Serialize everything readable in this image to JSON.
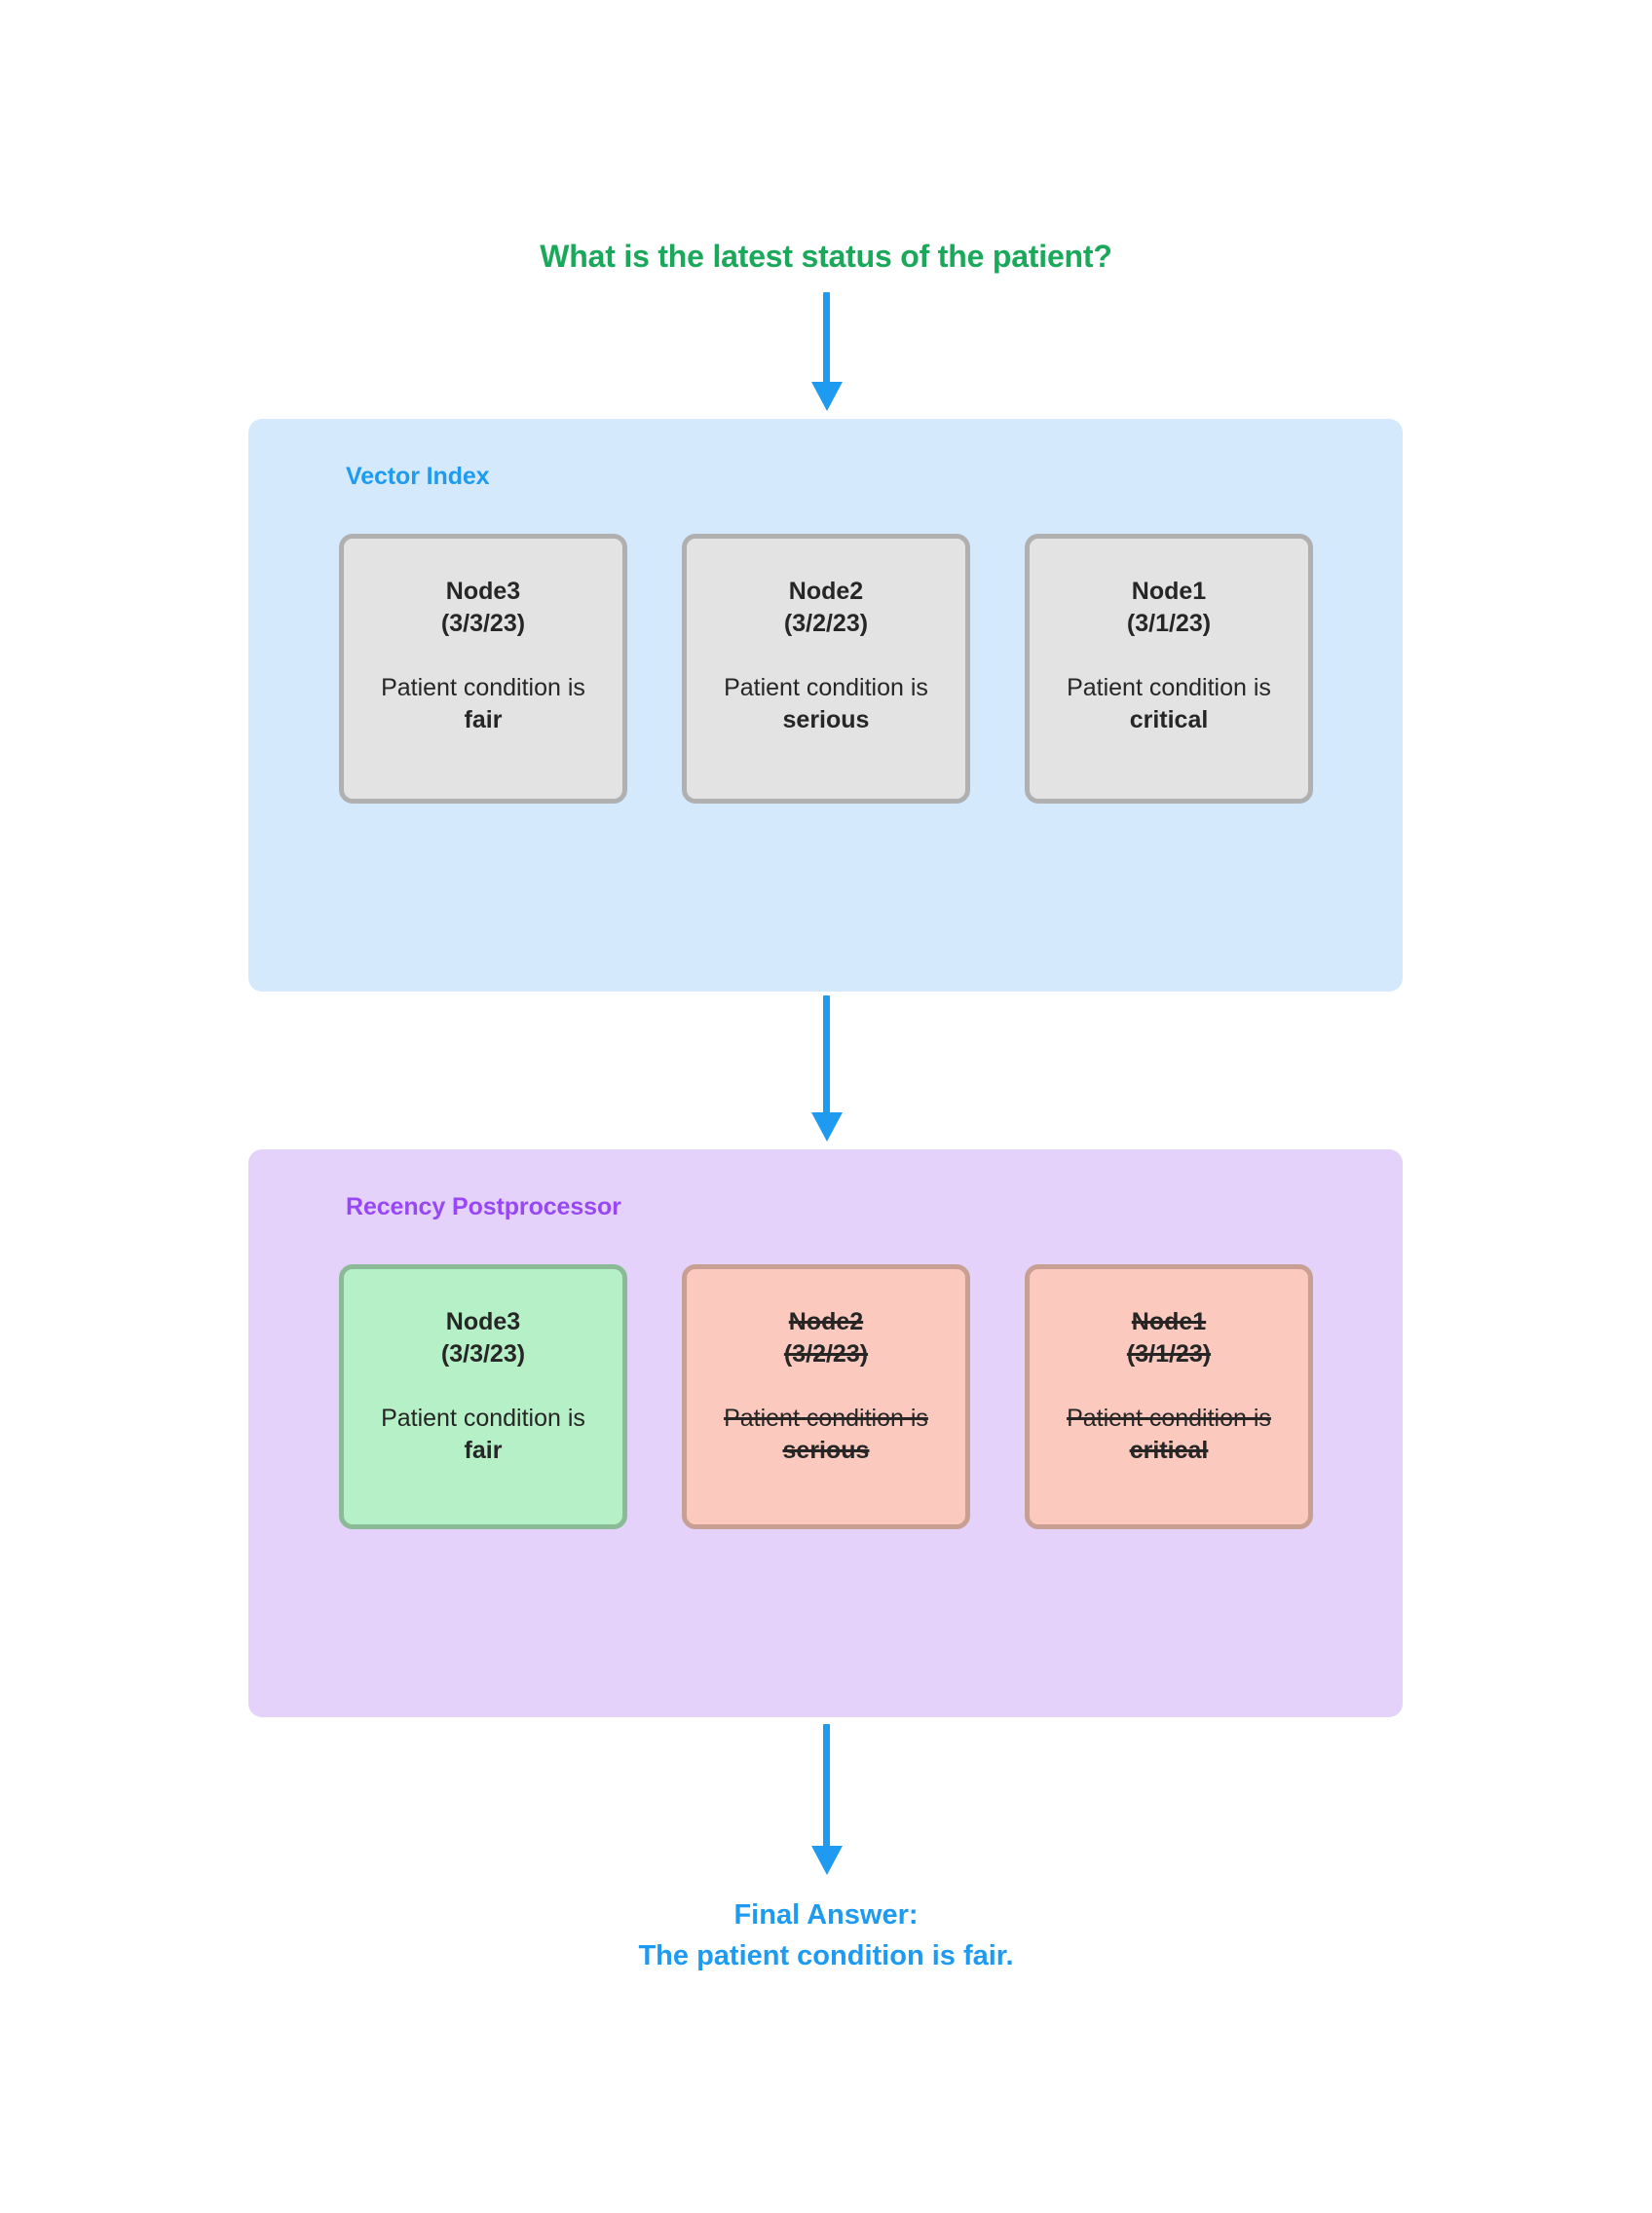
{
  "query": {
    "text": "What is the latest status of the patient?",
    "color": "#1aa85a"
  },
  "arrows": {
    "color": "#1e9bf0",
    "top": "arrow-down",
    "middle": "arrow-down",
    "bottom": "arrow-down"
  },
  "vector_index": {
    "label": "Vector Index",
    "label_color": "#1e9bf0",
    "panel_color": "#d4eafc",
    "cards": [
      {
        "name": "Node3",
        "date": "(3/3/23)",
        "body": "Patient condition is",
        "status": "fair",
        "struck": false,
        "fill": "#e3e3e3",
        "border": "#b0b0b0"
      },
      {
        "name": "Node2",
        "date": "(3/2/23)",
        "body": "Patient condition is",
        "status": "serious",
        "struck": false,
        "fill": "#e3e3e3",
        "border": "#b0b0b0"
      },
      {
        "name": "Node1",
        "date": "(3/1/23)",
        "body": "Patient condition is",
        "status": "critical",
        "struck": false,
        "fill": "#e3e3e3",
        "border": "#b0b0b0"
      }
    ]
  },
  "recency_postprocessor": {
    "label": "Recency Postprocessor",
    "label_color": "#9747f5",
    "panel_color": "#e4d2fa",
    "cards": [
      {
        "name": "Node3",
        "date": "(3/3/23)",
        "body": "Patient condition is",
        "status": "fair",
        "struck": false,
        "fill": "#b5f0c6",
        "border": "#8bba97"
      },
      {
        "name": "Node2",
        "date": "(3/2/23)",
        "body": "Patient condition is",
        "status": "serious",
        "struck": true,
        "fill": "#fbc9be",
        "border": "#c89f93"
      },
      {
        "name": "Node1",
        "date": "(3/1/23)",
        "body": "Patient condition is",
        "status": "critical",
        "struck": true,
        "fill": "#fbc9be",
        "border": "#c89f93"
      }
    ]
  },
  "final_answer": {
    "heading": "Final Answer:",
    "text": "The patient condition is fair.",
    "color": "#1e9bf0"
  }
}
